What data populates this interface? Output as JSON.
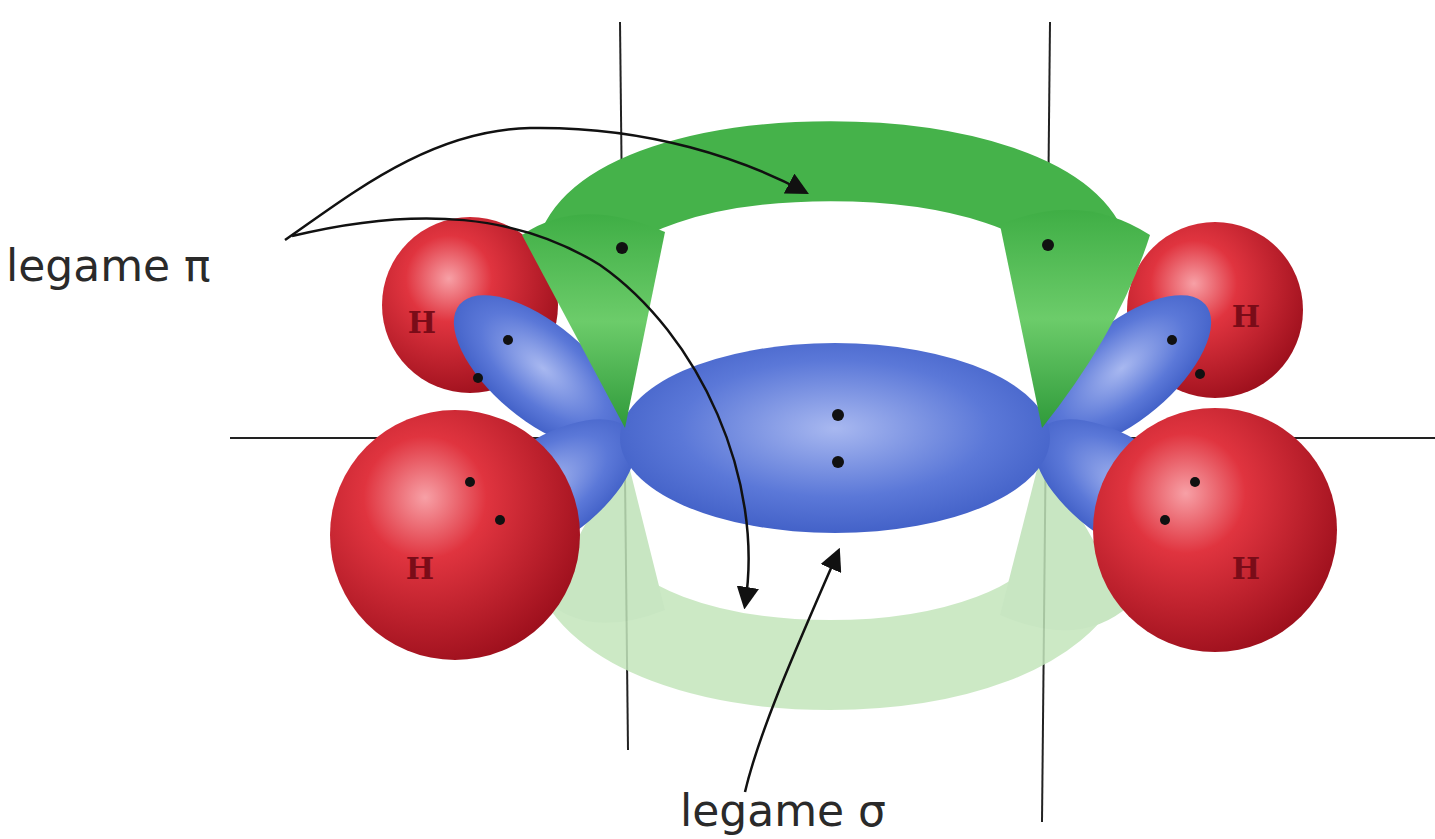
{
  "diagram": {
    "nodes": [
      {
        "text": [
          "H"
        ]
      },
      {
        "text": [
          "H"
        ]
      },
      {
        "text": [
          "H"
        ]
      },
      {
        "text": [
          "H"
        ]
      }
    ],
    "labels": [
      "legame π",
      "legame σ"
    ]
  }
}
